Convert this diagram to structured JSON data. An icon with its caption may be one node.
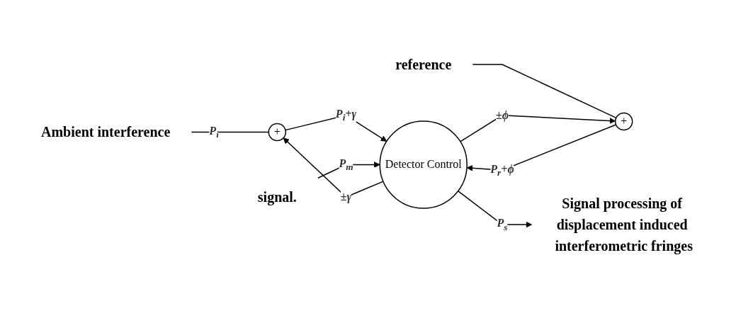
{
  "diagram": {
    "nodes": [
      {
        "text": [
          "Ambient interference"
        ]
      },
      {
        "text": [
          "+"
        ]
      },
      {
        "text": [
          "Detector Control"
        ]
      },
      {
        "text": [
          "+"
        ]
      },
      {
        "text": [
          "signal."
        ]
      },
      {
        "text": [
          "reference"
        ]
      },
      {
        "text": [
          "Signal processing of displacement induced interferometric fringes"
        ]
      }
    ],
    "edges": [
      {
        "from": 0,
        "to": 1,
        "arrow": "none",
        "label": "P$_{i}$"
      },
      {
        "from": 1,
        "to": 2,
        "arrow": "to",
        "label": "P$_{i}$+γ"
      },
      {
        "from": 4,
        "to": 2,
        "arrow": "to",
        "label": "P$_{m}$"
      },
      {
        "from": 5,
        "to": 3,
        "arrow": "none"
      },
      {
        "from": 3,
        "to": 2,
        "arrow": "to",
        "label": "P$_{r}$+ϕ"
      },
      {
        "from": 2,
        "to": 1,
        "arrow": "to",
        "label": "±γ"
      },
      {
        "from": 2,
        "to": 3,
        "arrow": "to",
        "label": "±ϕ"
      },
      {
        "from": 2,
        "to": 6,
        "arrow": "to",
        "label": "P$_{s}$"
      }
    ]
  }
}
